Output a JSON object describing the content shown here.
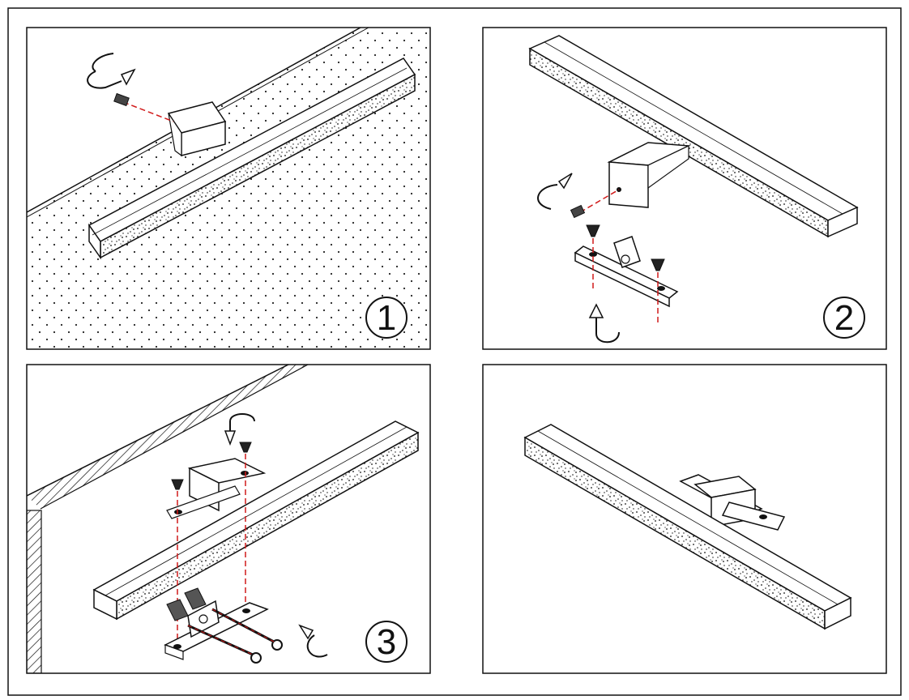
{
  "panels": [
    {
      "step": "1",
      "icon": "rotate-arrow-icon"
    },
    {
      "step": "2",
      "icon": "rotate-arrow-icon"
    },
    {
      "step": "3",
      "icon": "rotate-arrow-icon"
    },
    {
      "step": "",
      "icon": ""
    }
  ],
  "colors": {
    "line": "#111111",
    "guide": "#d11a1a",
    "background": "#ffffff"
  }
}
